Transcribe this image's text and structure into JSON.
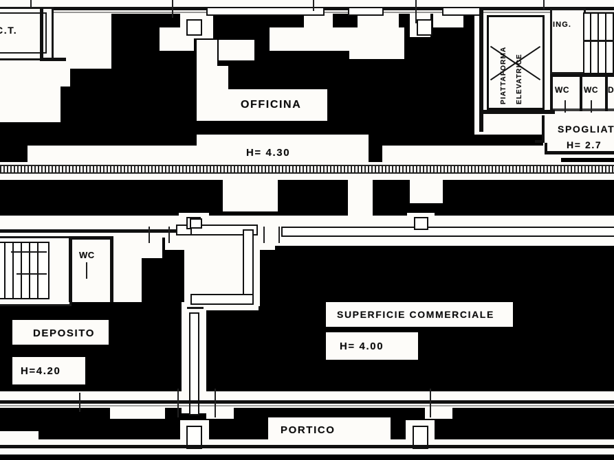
{
  "document": {
    "kind": "architectural-floor-plan",
    "language": "it",
    "title": "Planimetria"
  },
  "labels": {
    "ct": "C.T.",
    "officina": "OFFICINA",
    "officina_height": "H= 4.30",
    "piattaforma": "PIATTAFORMA",
    "elevatrice": "ELEVATRICE",
    "ingresso": "ING.",
    "wc_right_1": "WC",
    "wc_right_2": "WC",
    "wc_right_3": "D",
    "spogliatoio": "SPOGLIAT",
    "spogliatoio_height": "H= 2.7",
    "wc_left": "WC",
    "deposito": "DEPOSITO",
    "deposito_height": "H=4.20",
    "superficie": "SUPERFICIE  COMMERCIALE",
    "superficie_height": "H= 4.00",
    "portico": "PORTICO"
  },
  "rooms": [
    {
      "name": "C.T.",
      "height": ""
    },
    {
      "name": "OFFICINA",
      "height": "H= 4.30"
    },
    {
      "name": "PIATTAFORMA ELEVATRICE",
      "height": ""
    },
    {
      "name": "ING.",
      "height": ""
    },
    {
      "name": "WC",
      "height": ""
    },
    {
      "name": "SPOGLIAT",
      "height": "H= 2.7"
    },
    {
      "name": "DEPOSITO",
      "height": "H=4.20"
    },
    {
      "name": "SUPERFICIE  COMMERCIALE",
      "height": "H= 4.00"
    },
    {
      "name": "PORTICO",
      "height": ""
    }
  ],
  "colors": {
    "ink": "#121212",
    "paper": "#fbfaf7",
    "mask": "#000000"
  }
}
